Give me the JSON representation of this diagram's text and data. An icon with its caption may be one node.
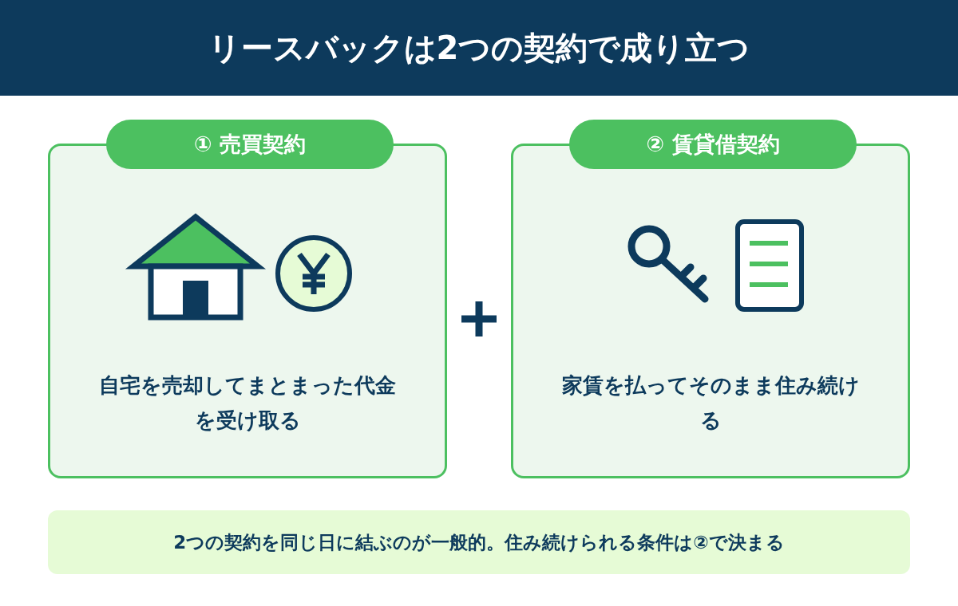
{
  "diagram": {
    "title": "リースバックは2つの契約で成り立つ",
    "nodes": [
      {
        "text": [
          "① 売買契約",
          "自宅を売却してまとまった代金を受け取る"
        ]
      },
      {
        "text": [
          "② 賃貸借契約",
          "家賃を払ってそのまま住み続ける"
        ]
      },
      {
        "text": [
          "2つの契約を同じ日に結ぶのが一般的。住み続けられる条件は②で決まる"
        ]
      }
    ]
  }
}
